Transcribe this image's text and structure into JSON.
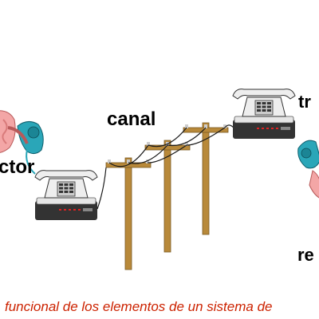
{
  "labels": {
    "emisor": "ctor",
    "canal": "canal",
    "receptor_top": "tr",
    "receptor_bottom": "re"
  },
  "caption": "funcional de los elementos de un sistema de",
  "colors": {
    "caption": "#cc2200",
    "pole": "#b8893a",
    "phone_body": "#eeeeee",
    "phone_base": "#333333",
    "handset": "#2aa6b8",
    "hand": "#f3a6a6",
    "cable": "#1a1a1a"
  },
  "icons": [
    "telephone-icon",
    "handset-in-hand-icon",
    "utility-pole-icon"
  ]
}
